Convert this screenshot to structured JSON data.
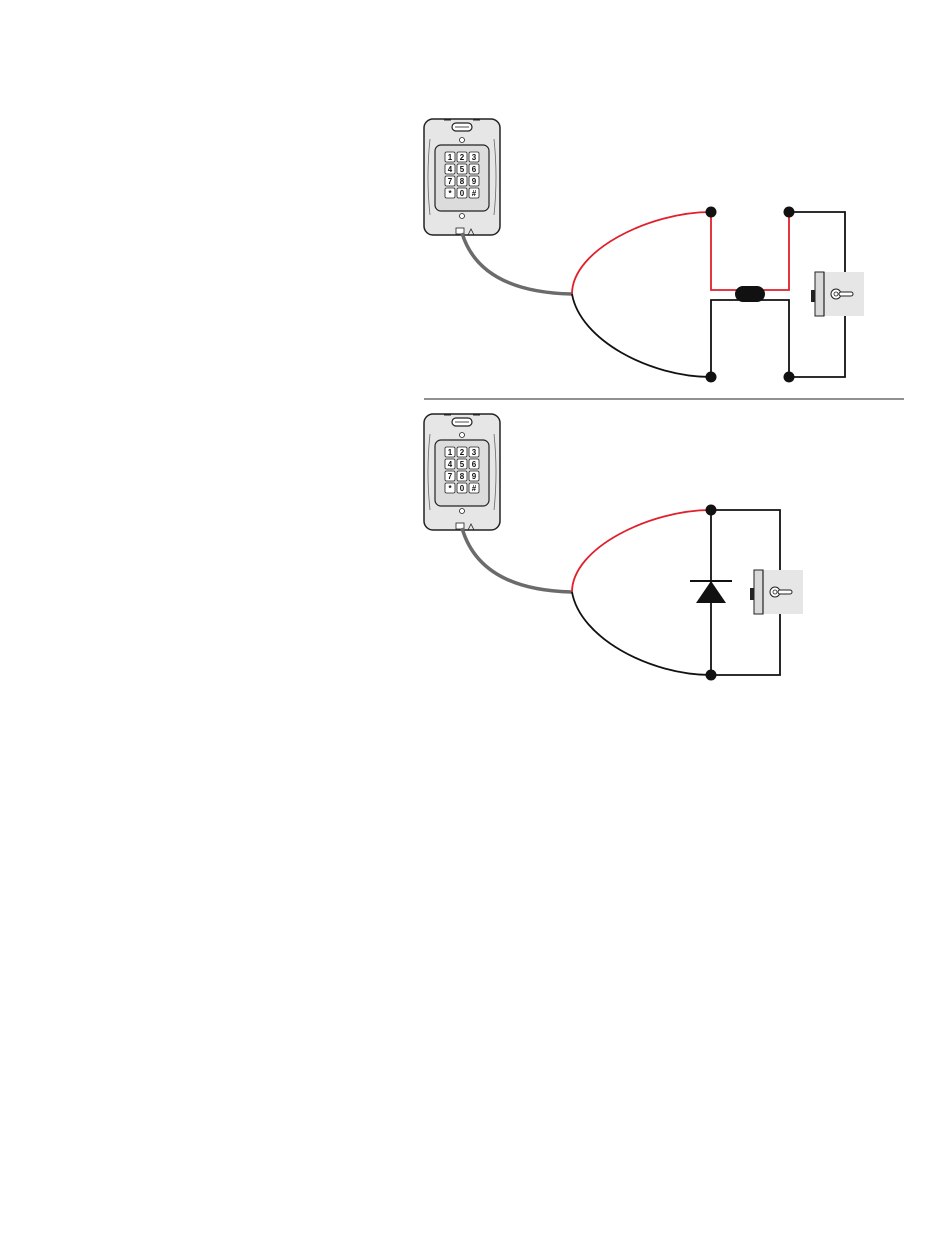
{
  "keypad": {
    "keys": [
      "1",
      "2",
      "3",
      "4",
      "5",
      "6",
      "7",
      "8",
      "9",
      "*",
      "0",
      "#"
    ]
  },
  "colors": {
    "positive_wire": "#e0202a",
    "negative_wire": "#111111",
    "cable": "#6b6b6b",
    "keypad_body": "#e6e6e6",
    "lock_body": "#e0e0e0",
    "divider": "#222222"
  },
  "diagrams": [
    {
      "name": "wiring-with-inline-component",
      "keypad_icon": "keypad-icon",
      "lock_icon": "electric-lock-icon",
      "component_icon": "inline-suppressor-icon"
    },
    {
      "name": "wiring-with-diode",
      "keypad_icon": "keypad-icon",
      "lock_icon": "electric-lock-icon",
      "component_icon": "diode-icon"
    }
  ]
}
